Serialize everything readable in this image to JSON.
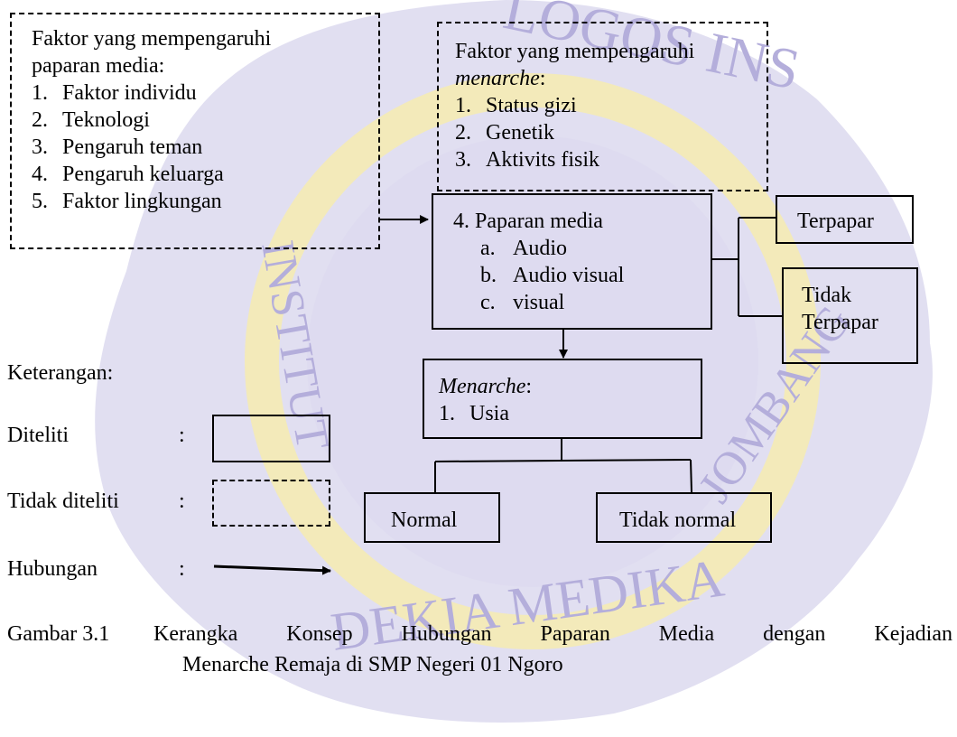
{
  "diagram": {
    "box_media_factors": {
      "title_line1": "Faktor yang mempengaruhi",
      "title_line2": "paparan media:",
      "items": [
        {
          "num": "1.",
          "text": "Faktor individu"
        },
        {
          "num": "2.",
          "text": "Teknologi"
        },
        {
          "num": "3.",
          "text": "Pengaruh teman"
        },
        {
          "num": "4.",
          "text": "Pengaruh keluarga"
        },
        {
          "num": "5.",
          "text": "Faktor lingkungan"
        }
      ]
    },
    "box_menarche_factors": {
      "title_line1": "Faktor yang mempengaruhi",
      "title_italic": "menarche",
      "title_colon": ":",
      "items": [
        {
          "num": "1.",
          "text": "Status gizi"
        },
        {
          "num": "2.",
          "text": "Genetik"
        },
        {
          "num": "3.",
          "text": "Aktivits fisik"
        }
      ]
    },
    "box_media_exposure": {
      "title": "4. Paparan media",
      "items": [
        {
          "num": "a.",
          "text": "Audio"
        },
        {
          "num": "b.",
          "text": "Audio visual"
        },
        {
          "num": "c.",
          "text": "visual"
        }
      ]
    },
    "box_exposed": "Terpapar",
    "box_not_exposed_line1": "Tidak",
    "box_not_exposed_line2": "Terpapar",
    "box_menarche": {
      "title_italic": "Menarche",
      "title_colon": ":",
      "item_num": "1.",
      "item_text": "Usia"
    },
    "box_normal": "Normal",
    "box_abnormal": "Tidak normal"
  },
  "legend": {
    "title": "Keterangan:",
    "rows": [
      {
        "label": "Diteliti",
        "colon": ":"
      },
      {
        "label": "Tidak diteliti",
        "colon": ":"
      },
      {
        "label": "Hubungan",
        "colon": ":"
      }
    ]
  },
  "caption": {
    "label": "Gambar 3.1",
    "line1": "Kerangka Konsep Hubungan Paparan Media dengan Kejadian",
    "line2": "Menarche Remaja di SMP Negeri 01 Ngoro"
  },
  "watermark": {
    "text_top": "LOGOS INS",
    "text_bottom": "DEKIA MEDIKA",
    "text_left": "INSTITUT",
    "text_right": "JOMBANG",
    "colors": {
      "seal": "#c9c4e6",
      "ring": "#f6ecb0",
      "text": "#b4aedb"
    }
  }
}
